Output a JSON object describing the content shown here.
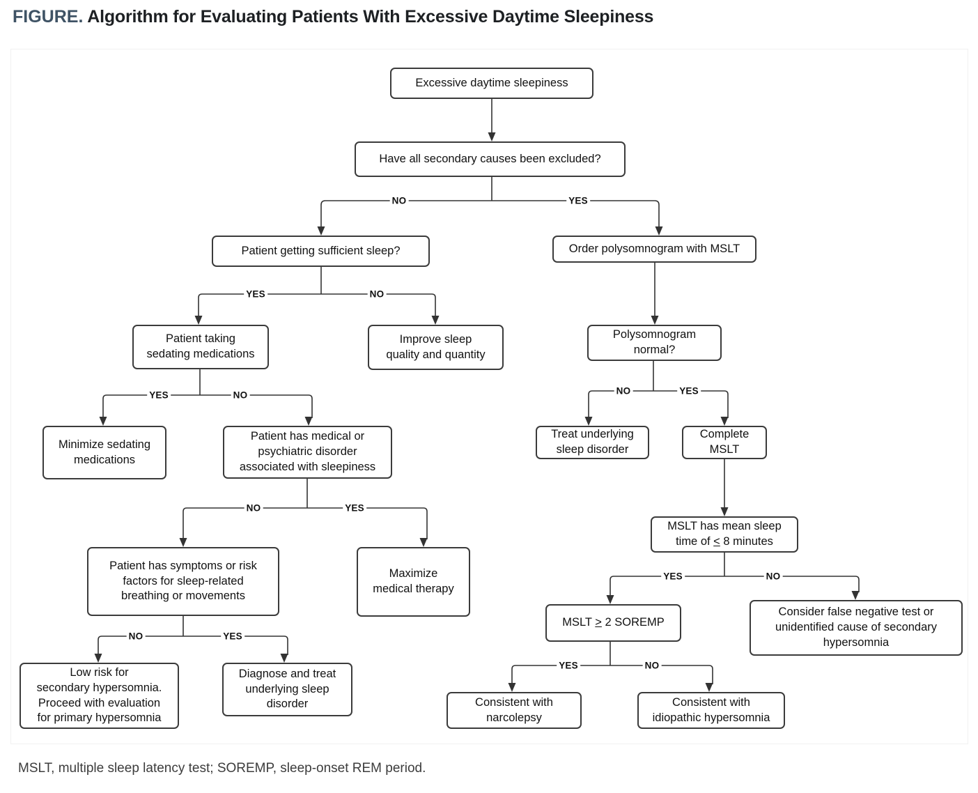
{
  "title": {
    "prefix": "FIGURE.",
    "text": "Algorithm for Evaluating Patients With Excessive Daytime Sleepiness",
    "prefix_color": "#3f5365"
  },
  "caption": "MSLT, multiple sleep latency test; SOREMP, sleep-onset REM period.",
  "colors": {
    "box_border": "#3b3b3b",
    "connector": "#333333",
    "text": "#111111",
    "frame": "#f1f1f1",
    "background": "#ffffff"
  },
  "flowchart": {
    "type": "decision-tree",
    "nodes": [
      {
        "id": "n1",
        "label": "Excessive daytime sleepiness"
      },
      {
        "id": "n2",
        "label": "Have all secondary causes been excluded?"
      },
      {
        "id": "n3",
        "label": "Patient getting sufficient sleep?"
      },
      {
        "id": "n4",
        "label": "Order polysomnogram with MSLT"
      },
      {
        "id": "n5",
        "label": "Patient taking\nsedating medications"
      },
      {
        "id": "n6",
        "label": "Improve sleep\nquality and quantity"
      },
      {
        "id": "n7",
        "label": "Polysomnogram\nnormal?"
      },
      {
        "id": "n8",
        "label": "Minimize sedating\nmedications"
      },
      {
        "id": "n9",
        "label": "Patient has medical or\npsychiatric disorder\nassociated with sleepiness"
      },
      {
        "id": "n10",
        "label": "Treat underlying\nsleep disorder"
      },
      {
        "id": "n11",
        "label": "Complete\nMSLT"
      },
      {
        "id": "n12",
        "label": "Patient has symptoms or risk\nfactors for sleep-related\nbreathing or movements"
      },
      {
        "id": "n13",
        "label": "Maximize\nmedical therapy"
      },
      {
        "id": "n14",
        "label_pre": "MSLT has mean sleep\ntime of ",
        "label_sym": "<",
        "label_post": " 8 minutes"
      },
      {
        "id": "n15",
        "label": "Low risk for\nsecondary  hypersomnia.\nProceed  with  evaluation\nfor primary hypersomnia"
      },
      {
        "id": "n16",
        "label": "Diagnose and treat\nunderlying sleep\ndisorder"
      },
      {
        "id": "n17",
        "label_pre": "MSLT ",
        "label_sym": ">",
        "label_post": " 2 SOREMP"
      },
      {
        "id": "n18",
        "label": "Consider false negative test or\nunidentified cause of secondary\nhypersomnia"
      },
      {
        "id": "n19",
        "label": "Consistent with\nnarcolepsy"
      },
      {
        "id": "n20",
        "label": "Consistent with\nidiopathic hypersomnia"
      }
    ],
    "edges": [
      {
        "from": "n1",
        "to": "n2",
        "label": ""
      },
      {
        "from": "n2",
        "to": "n3",
        "label": "NO"
      },
      {
        "from": "n2",
        "to": "n4",
        "label": "YES"
      },
      {
        "from": "n3",
        "to": "n5",
        "label": "YES"
      },
      {
        "from": "n3",
        "to": "n6",
        "label": "NO"
      },
      {
        "from": "n4",
        "to": "n7",
        "label": ""
      },
      {
        "from": "n5",
        "to": "n8",
        "label": "YES"
      },
      {
        "from": "n5",
        "to": "n9",
        "label": "NO"
      },
      {
        "from": "n7",
        "to": "n10",
        "label": "NO"
      },
      {
        "from": "n7",
        "to": "n11",
        "label": "YES"
      },
      {
        "from": "n9",
        "to": "n12",
        "label": "NO"
      },
      {
        "from": "n9",
        "to": "n13",
        "label": "YES"
      },
      {
        "from": "n11",
        "to": "n14",
        "label": ""
      },
      {
        "from": "n12",
        "to": "n15",
        "label": "NO"
      },
      {
        "from": "n12",
        "to": "n16",
        "label": "YES"
      },
      {
        "from": "n14",
        "to": "n17",
        "label": "YES"
      },
      {
        "from": "n14",
        "to": "n18",
        "label": "NO"
      },
      {
        "from": "n17",
        "to": "n19",
        "label": "YES"
      },
      {
        "from": "n17",
        "to": "n20",
        "label": "NO"
      }
    ],
    "branch_labels": [
      {
        "id": "b1",
        "text": "NO"
      },
      {
        "id": "b2",
        "text": "YES"
      },
      {
        "id": "b3",
        "text": "YES"
      },
      {
        "id": "b4",
        "text": "NO"
      },
      {
        "id": "b5",
        "text": "YES"
      },
      {
        "id": "b6",
        "text": "NO"
      },
      {
        "id": "b7",
        "text": "NO"
      },
      {
        "id": "b8",
        "text": "YES"
      },
      {
        "id": "b9",
        "text": "NO"
      },
      {
        "id": "b10",
        "text": "YES"
      },
      {
        "id": "b11",
        "text": "NO"
      },
      {
        "id": "b12",
        "text": "YES"
      },
      {
        "id": "b13",
        "text": "YES"
      },
      {
        "id": "b14",
        "text": "NO"
      },
      {
        "id": "b15",
        "text": "YES"
      },
      {
        "id": "b16",
        "text": "NO"
      }
    ]
  }
}
